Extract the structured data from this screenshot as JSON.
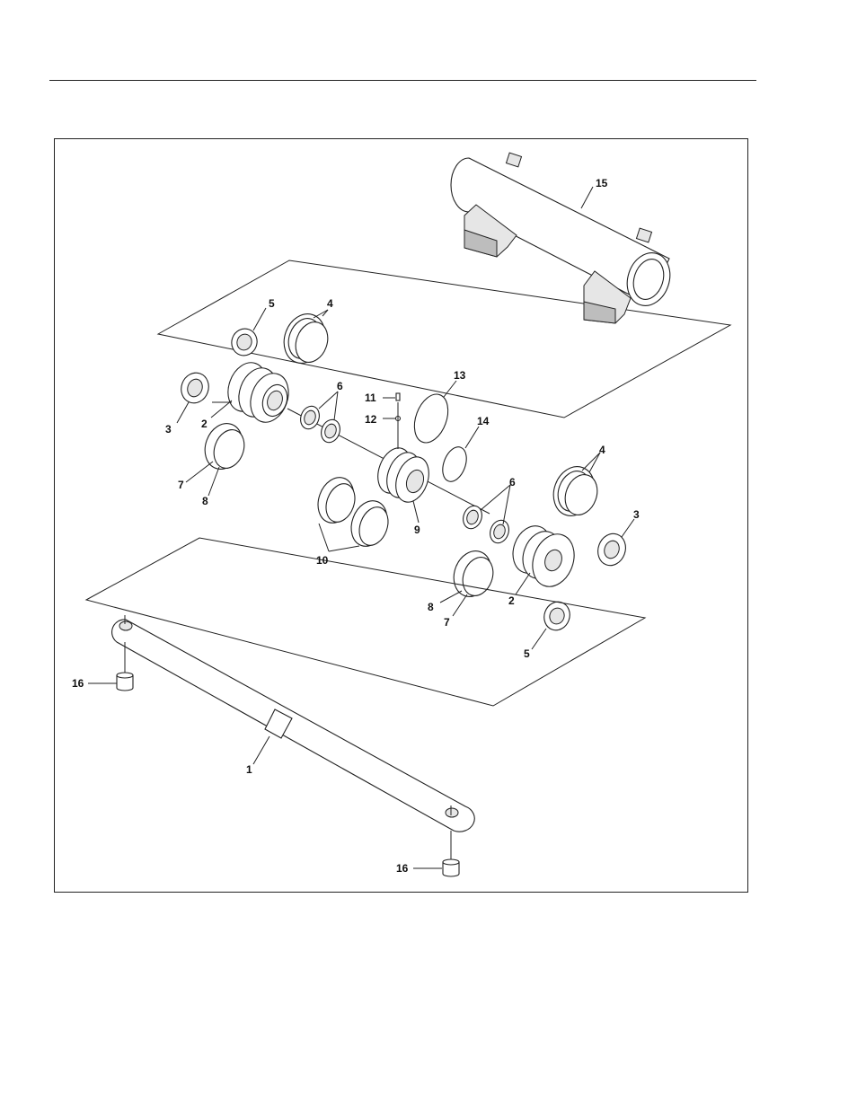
{
  "callouts": [
    {
      "id": "c15",
      "text": "15"
    },
    {
      "id": "c5a",
      "text": "5"
    },
    {
      "id": "c4a",
      "text": "4"
    },
    {
      "id": "c3a",
      "text": "3"
    },
    {
      "id": "c2a",
      "text": "2"
    },
    {
      "id": "c6a",
      "text": "6"
    },
    {
      "id": "c11",
      "text": "11"
    },
    {
      "id": "c12",
      "text": "12"
    },
    {
      "id": "c13",
      "text": "13"
    },
    {
      "id": "c14",
      "text": "14"
    },
    {
      "id": "c7a",
      "text": "7"
    },
    {
      "id": "c8a",
      "text": "8"
    },
    {
      "id": "c10",
      "text": "10"
    },
    {
      "id": "c9",
      "text": "9"
    },
    {
      "id": "c4b",
      "text": "4"
    },
    {
      "id": "c6b",
      "text": "6"
    },
    {
      "id": "c3b",
      "text": "3"
    },
    {
      "id": "c8b",
      "text": "8"
    },
    {
      "id": "c7b",
      "text": "7"
    },
    {
      "id": "c2b",
      "text": "2"
    },
    {
      "id": "c5b",
      "text": "5"
    },
    {
      "id": "c16a",
      "text": "16"
    },
    {
      "id": "c1",
      "text": "1"
    },
    {
      "id": "c16b",
      "text": "16"
    }
  ]
}
